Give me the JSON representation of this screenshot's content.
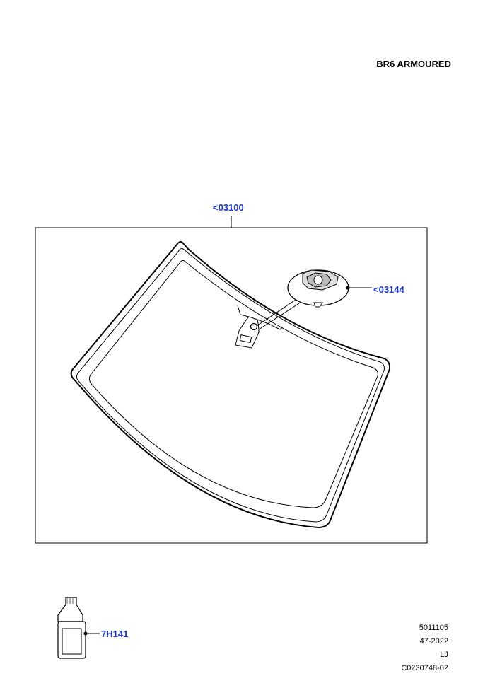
{
  "header": {
    "model_label": "BR6 ARMOURED"
  },
  "callouts": {
    "windscreen_assembly": "<03100",
    "mirror_mount": "<03144",
    "adhesive": "7H141"
  },
  "footer": {
    "code1": "5011105",
    "code2": "47-2022",
    "code3": "LJ",
    "code4": "C0230748-02"
  },
  "colors": {
    "callout": "#1a35e6",
    "line": "#000000"
  }
}
